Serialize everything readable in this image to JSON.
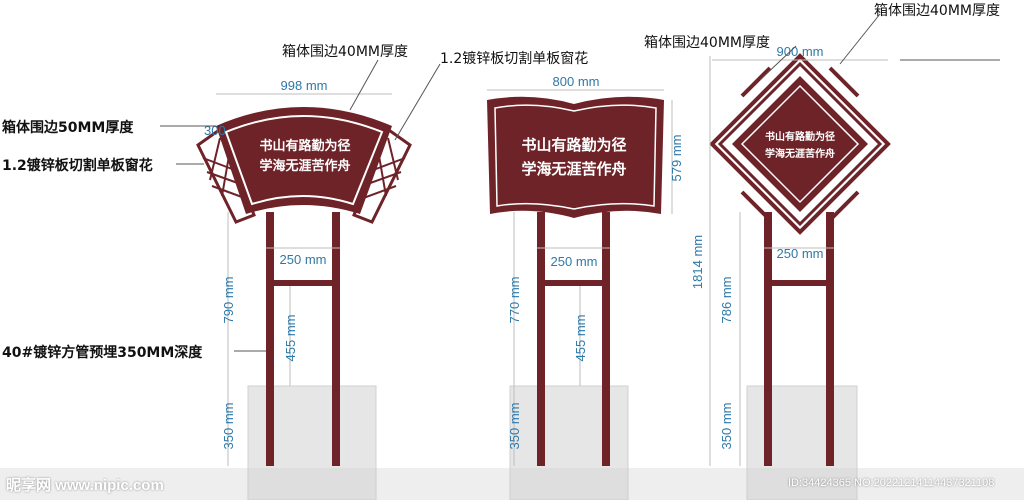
{
  "colors": {
    "maroon": "#6e2328",
    "dim_blue": "#2f79a8",
    "ground": "#e6e6e6",
    "leader": "#555555"
  },
  "sign_text": {
    "line1": "书山有路勤为径",
    "line2": "学海无涯苦作舟"
  },
  "annotations": {
    "left_box_edge": "箱体围边50MM厚度",
    "left_window": "1.2镀锌板切割单板窗花",
    "left_pipe": "40#镀锌方管预埋350MM深度",
    "top_box_edge_1": "箱体围边40MM厚度",
    "top_window_2": "1.2镀锌板切割单板窗花",
    "top_box_edge_3": "箱体围边40MM厚度",
    "top_box_edge_4": "箱体围边40MM厚度"
  },
  "dims": {
    "s1_width": "998 mm",
    "s1_side": "300",
    "s1_post_gap": "250 mm",
    "s1_post_height": "790 mm",
    "s1_brace": "455 mm",
    "s1_embed": "350 mm",
    "s2_width": "800 mm",
    "s2_panel": "579 mm",
    "s2_post_gap": "250 mm",
    "s2_post_height": "770 mm",
    "s2_brace": "455 mm",
    "s2_embed": "350 mm",
    "s3_width": "900 mm",
    "s3_total": "1814 mm",
    "s3_post_gap": "250 mm",
    "s3_post_height": "786 mm",
    "s3_embed": "350 mm"
  },
  "watermark": {
    "left": "昵享网 www.nipic.com",
    "right": "ID:34424365 NO:20221214114437321108"
  }
}
